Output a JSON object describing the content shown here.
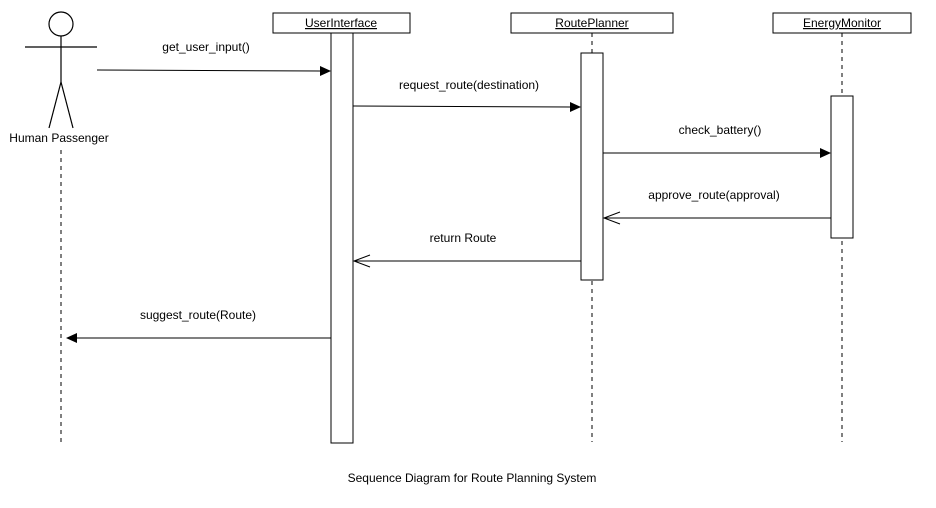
{
  "participants": [
    {
      "id": "passenger",
      "label": "Human Passenger",
      "kind": "actor"
    },
    {
      "id": "ui",
      "label": "UserInterface",
      "kind": "object"
    },
    {
      "id": "planner",
      "label": "RoutePlanner",
      "kind": "object"
    },
    {
      "id": "energy",
      "label": "EnergyMonitor",
      "kind": "object"
    }
  ],
  "messages": [
    {
      "id": "m1",
      "label": "get_user_input()",
      "from": "passenger",
      "to": "ui",
      "kind": "sync"
    },
    {
      "id": "m2",
      "label": "request_route(destination)",
      "from": "ui",
      "to": "planner",
      "kind": "sync"
    },
    {
      "id": "m3",
      "label": "check_battery()",
      "from": "planner",
      "to": "energy",
      "kind": "sync"
    },
    {
      "id": "m4",
      "label": "approve_route(approval)",
      "from": "energy",
      "to": "planner",
      "kind": "return"
    },
    {
      "id": "m5",
      "label": "return Route",
      "from": "planner",
      "to": "ui",
      "kind": "return"
    },
    {
      "id": "m6",
      "label": "suggest_route(Route)",
      "from": "ui",
      "to": "passenger",
      "kind": "sync"
    }
  ],
  "caption": "Sequence Diagram for Route Planning System",
  "colors": {
    "line": "#000000",
    "background": "#ffffff"
  }
}
